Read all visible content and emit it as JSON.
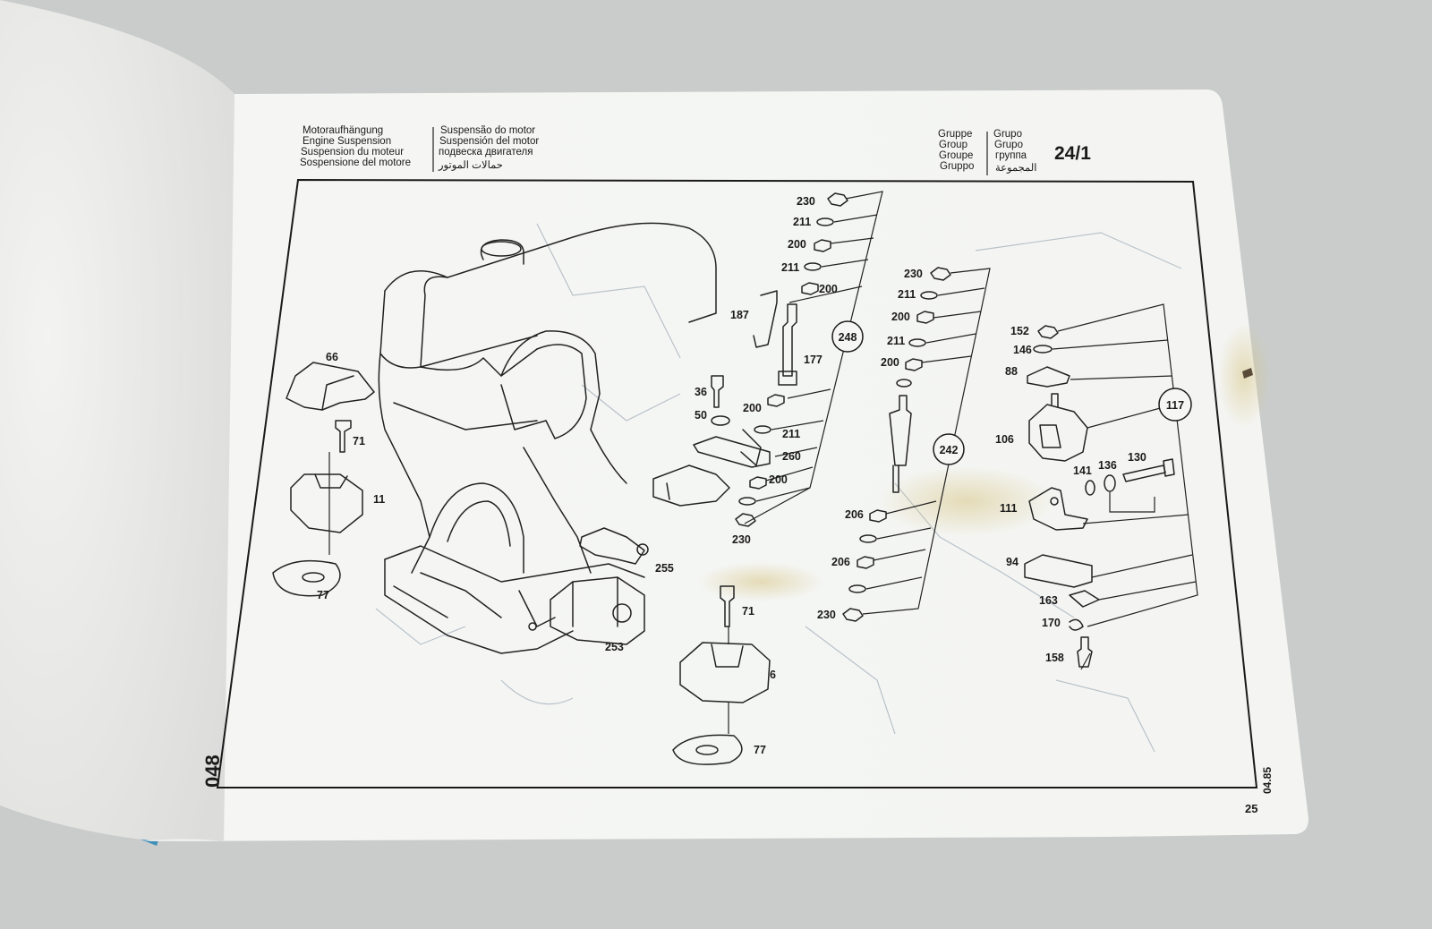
{
  "header": {
    "title_col1": [
      "Motoraufhängung",
      "Engine Suspension",
      "Suspension du moteur",
      "Sospensione del motore"
    ],
    "title_col2": [
      "Suspensão do motor",
      "Suspensión del motor",
      "подвеска двигателя",
      "حمالات الموتور"
    ],
    "group_col1": [
      "Gruppe",
      "Group",
      "Groupe",
      "Gruppo"
    ],
    "group_col2": [
      "Grupo",
      "Grupo",
      "группа",
      "المجموعة"
    ],
    "group_number": "24/1"
  },
  "footer": {
    "side_code": "048",
    "date_code": "04.85",
    "page_number": "25"
  },
  "circled_refs": [
    "248",
    "242",
    "117"
  ],
  "callouts": {
    "c230a": "230",
    "c211a": "211",
    "c200a": "200",
    "c211b": "211",
    "c200b": "200",
    "c187": "187",
    "c177": "177",
    "c36": "36",
    "c50": "50",
    "c200c": "200",
    "c211c": "211",
    "c260": "260",
    "c200d": "200",
    "c230b": "230",
    "c255": "255",
    "c253": "253",
    "c71b": "71",
    "c6": "6",
    "c77b": "77",
    "c66": "66",
    "c71a": "71",
    "c11": "11",
    "c77a": "77",
    "c230c": "230",
    "c211d": "211",
    "c200e": "200",
    "c211e": "211",
    "c200f": "200",
    "c206a": "206",
    "c206b": "206",
    "c230d": "230",
    "c152": "152",
    "c146": "146",
    "c88": "88",
    "c106": "106",
    "c141": "141",
    "c136": "136",
    "c130": "130",
    "c111": "111",
    "c94": "94",
    "c163": "163",
    "c170": "170",
    "c158": "158"
  },
  "colors": {
    "background": "#c9cccb",
    "page": "#f6f7f5",
    "ink": "#1a1a1a",
    "stain": "#d8c98e",
    "cover_edge": "#3f8fb8"
  }
}
